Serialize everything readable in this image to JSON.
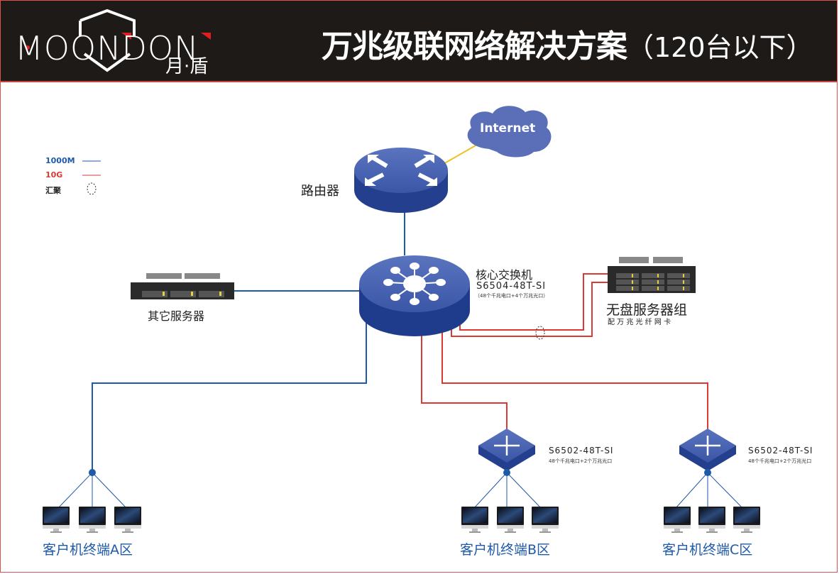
{
  "header": {
    "logo_text": "MOONDON",
    "logo_cn": "月·盾",
    "title": "万兆级联网络解决方案",
    "subtitle": "（120台以下）"
  },
  "colors": {
    "header_bg": "#1d1a18",
    "link_1000m": "#1e5aa8",
    "link_10g": "#d93a33",
    "uplink": "#f0c020",
    "device_blue": "#3d5aa8"
  },
  "legend": {
    "items": [
      {
        "label": "1000M",
        "color": "#1e5aa8",
        "style": "line"
      },
      {
        "label": "10G",
        "color": "#d93a33",
        "style": "line"
      },
      {
        "label": "汇聚",
        "color": "#222222",
        "style": "dotted-ellipse"
      }
    ]
  },
  "internet": {
    "label": "Internet"
  },
  "router": {
    "label": "路由器"
  },
  "core_switch": {
    "label": "核心交换机",
    "model": "S6504-48T-SI",
    "note": "（48个千兆电口+4个万兆光口）"
  },
  "other_servers": {
    "label": "其它服务器"
  },
  "diskless_servers": {
    "label": "无盘服务器组",
    "note": "配 万 兆 光 纤 网 卡"
  },
  "access_switches": [
    {
      "model": "S6502-48T-SI",
      "note": "48个千兆电口+2个万兆光口"
    },
    {
      "model": "S6502-48T-SI",
      "note": "48个千兆电口+2个万兆光口"
    }
  ],
  "zones": [
    {
      "label": "客户机终端A区"
    },
    {
      "label": "客户机终端B区"
    },
    {
      "label": "客户机终端C区"
    }
  ]
}
